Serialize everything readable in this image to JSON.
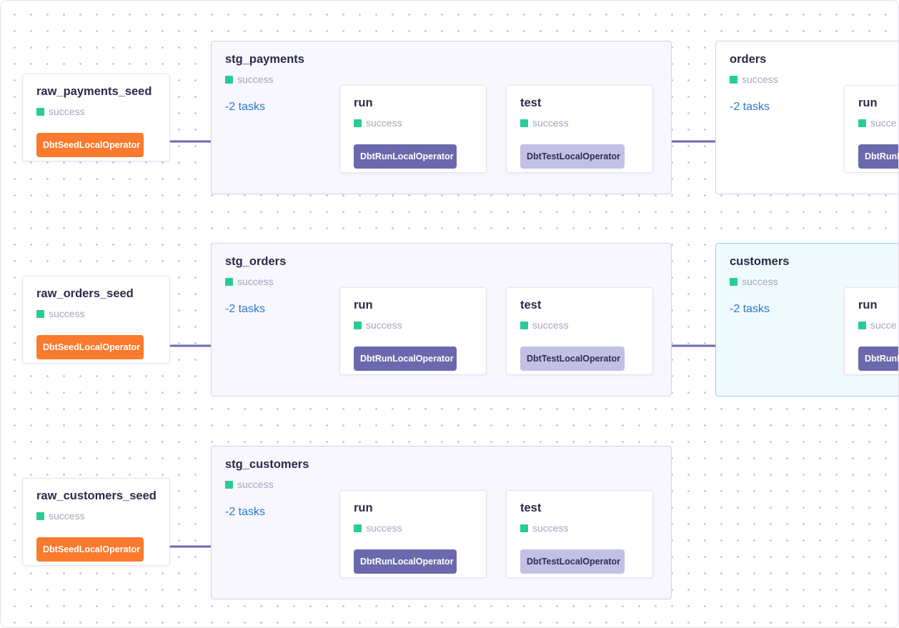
{
  "seeds": [
    {
      "name": "raw_payments_seed",
      "status": "success",
      "operator": "DbtSeedLocalOperator"
    },
    {
      "name": "raw_orders_seed",
      "status": "success",
      "operator": "DbtSeedLocalOperator"
    },
    {
      "name": "raw_customers_seed",
      "status": "success",
      "operator": "DbtSeedLocalOperator"
    }
  ],
  "stages": [
    {
      "name": "stg_payments",
      "status": "success",
      "tasks": "-2 tasks",
      "run": {
        "name": "run",
        "status": "success",
        "operator": "DbtRunLocalOperator"
      },
      "test": {
        "name": "test",
        "status": "success",
        "operator": "DbtTestLocalOperator"
      }
    },
    {
      "name": "stg_orders",
      "status": "success",
      "tasks": "-2 tasks",
      "run": {
        "name": "run",
        "status": "success",
        "operator": "DbtRunLocalOperator"
      },
      "test": {
        "name": "test",
        "status": "success",
        "operator": "DbtTestLocalOperator"
      }
    },
    {
      "name": "stg_customers",
      "status": "success",
      "tasks": "-2 tasks",
      "run": {
        "name": "run",
        "status": "success",
        "operator": "DbtRunLocalOperator"
      },
      "test": {
        "name": "test",
        "status": "success",
        "operator": "DbtTestLocalOperator"
      }
    }
  ],
  "models": [
    {
      "name": "orders",
      "status": "success",
      "tasks": "-2 tasks",
      "run": {
        "name": "run",
        "status": "succe",
        "operator": "DbtRunL"
      }
    },
    {
      "name": "customers",
      "status": "success",
      "tasks": "-2 tasks",
      "run": {
        "name": "run",
        "status": "succe",
        "operator": "DbtRunL"
      }
    }
  ],
  "colors": {
    "seed_operator": "#fb7a2d",
    "run_operator": "#6b68ad",
    "test_operator": "#c2c0e4",
    "success": "#28cc96",
    "edge": "#6c69b0",
    "tasks_link": "#2a79c8",
    "highlight_border": "#8ad9ef"
  }
}
